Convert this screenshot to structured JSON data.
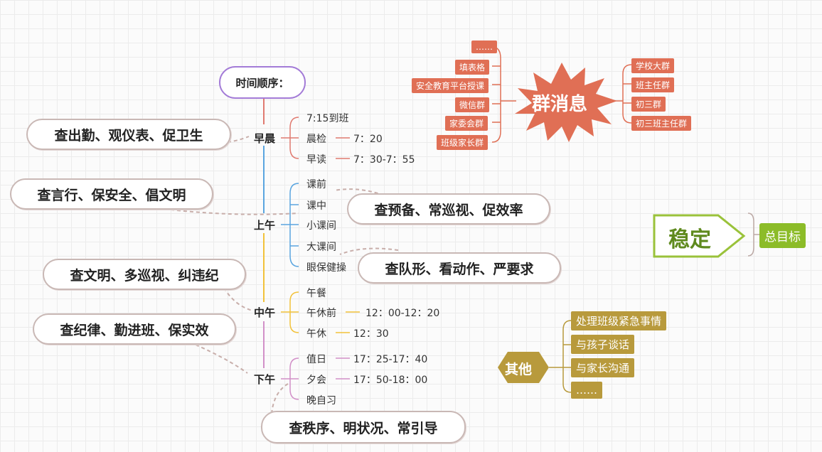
{
  "root": {
    "label": "时间顺序："
  },
  "periods": {
    "morning": {
      "label": "早晨",
      "items": [
        {
          "label": "7:15到班",
          "time": ""
        },
        {
          "label": "晨检",
          "time": "7：20"
        },
        {
          "label": "早读",
          "time": "7：30-7：55"
        }
      ]
    },
    "forenoon": {
      "label": "上午",
      "items": [
        {
          "label": "课前"
        },
        {
          "label": "课中"
        },
        {
          "label": "小课间"
        },
        {
          "label": "大课间"
        },
        {
          "label": "眼保健操"
        }
      ]
    },
    "noon": {
      "label": "中午",
      "items": [
        {
          "label": "午餐",
          "time": ""
        },
        {
          "label": "午休前",
          "time": "12：00-12：20"
        },
        {
          "label": "午休",
          "time": "12：30"
        }
      ]
    },
    "afternoon": {
      "label": "下午",
      "items": [
        {
          "label": "值日",
          "time": "17：25-17：40"
        },
        {
          "label": "夕会",
          "time": "17：50-18：00"
        },
        {
          "label": "晚自习",
          "time": ""
        }
      ]
    }
  },
  "bubbles": {
    "attendance": "查出勤、观仪表、促卫生",
    "safety": "查言行、保安全、倡文明",
    "prepare": "查预备、常巡视、促效率",
    "formation": "查队形、看动作、严要求",
    "civility": "查文明、多巡视、纠违纪",
    "discipline": "查纪律、勤进班、保实效",
    "order": "查秩序、明状况、常引导"
  },
  "group_messages": {
    "center": "群消息",
    "left": [
      "……",
      "填表格",
      "安全教育平台授课",
      "微信群",
      "家委会群",
      "班级家长群"
    ],
    "right": [
      "学校大群",
      "班主任群",
      "初三群",
      "初三班主任群"
    ]
  },
  "stability": {
    "center": "稳定",
    "goal": "总目标"
  },
  "others": {
    "center": "其他",
    "items": [
      "处理班级紧急事情",
      "与孩子谈话",
      "与家长沟通",
      "……"
    ]
  },
  "colors": {
    "root_border": "#a37bd7",
    "tag_red": "#e06f55",
    "tag_gold": "#b89a3c",
    "goal_green": "#8cbc28",
    "bubble_border": "#c9b8b5"
  }
}
